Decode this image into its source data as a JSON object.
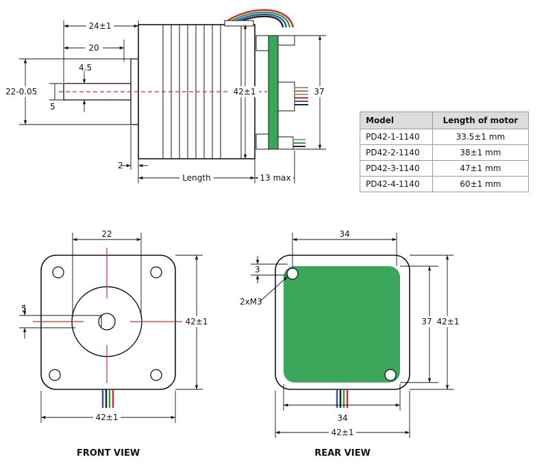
{
  "side": {
    "dim_24": "24±1",
    "dim_20": "20",
    "dim_45": "4.5",
    "dim_22": "22-0.05",
    "dim_5": "5",
    "dim_42": "42±1",
    "dim_37": "37",
    "dim_2": "2",
    "dim_length": "Length",
    "dim_13": "13 max"
  },
  "table": {
    "header_model": "Model",
    "header_length": "Length of motor",
    "rows": [
      {
        "model": "PD42-1-1140",
        "length": "33.5±1 mm"
      },
      {
        "model": "PD42-2-1140",
        "length": "38±1 mm"
      },
      {
        "model": "PD42-3-1140",
        "length": "47±1 mm"
      },
      {
        "model": "PD42-4-1140",
        "length": "60±1 mm"
      }
    ]
  },
  "front": {
    "title": "FRONT VIEW",
    "dim_22": "22",
    "dim_5": "5",
    "dim_42_right": "42±1",
    "dim_42_bottom": "42±1"
  },
  "rear": {
    "title": "REAR VIEW",
    "dim_34_top": "34",
    "dim_3": "3",
    "label_m3": "2xM3",
    "dim_37": "37",
    "dim_42_right": "42±1",
    "dim_34_bottom": "34",
    "dim_42_bottom": "42±1"
  },
  "colors": {
    "pcb_green": "#3aa65a",
    "centerline_red": "#d42a2a",
    "wire_blue": "#2a55c8",
    "wire_green": "#2e9e3e",
    "wire_red": "#d42a2a"
  }
}
